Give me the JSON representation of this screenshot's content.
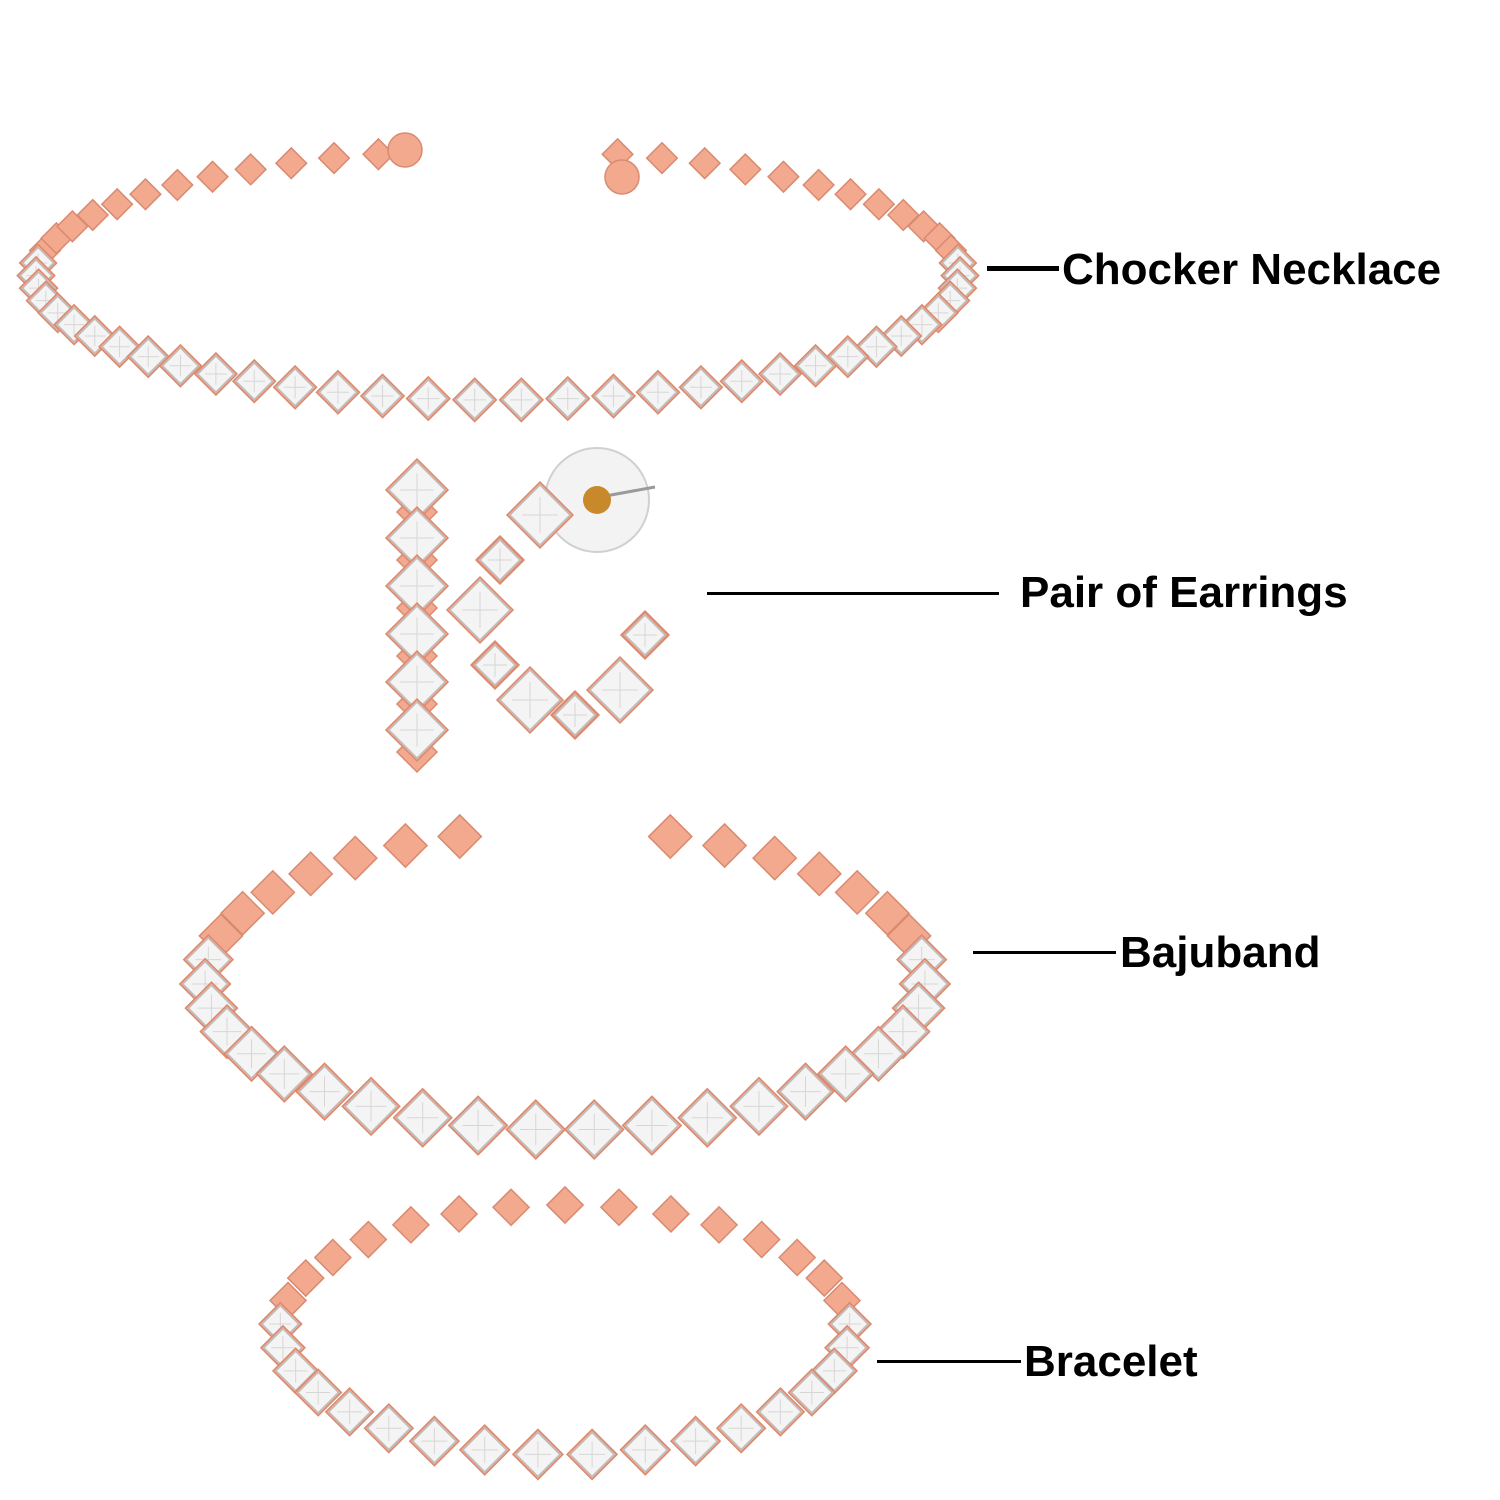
{
  "labels": {
    "choker": "Chocker Necklace",
    "earrings": "Pair of Earrings",
    "bajuband": "Bajuband",
    "bracelet": "Bracelet"
  },
  "colors": {
    "background": "#ffffff",
    "metal": "#f2a98e",
    "metal_dark": "#d98a70",
    "stone": "#f4f4f4",
    "stone_edge": "#bdbdbd",
    "text": "#000000"
  }
}
